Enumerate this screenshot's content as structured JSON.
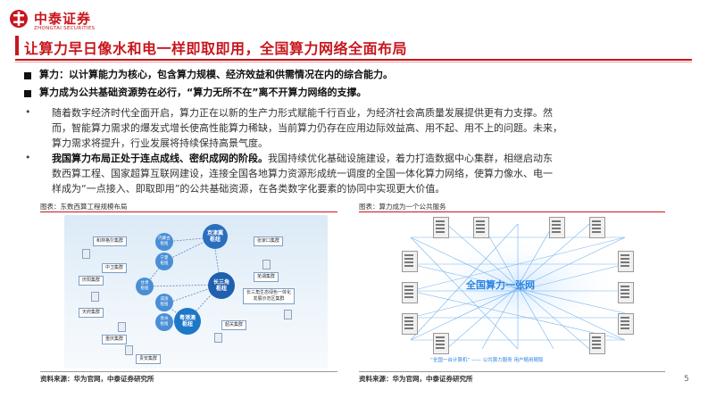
{
  "header": {
    "brand_cn": "中泰证券",
    "brand_en": "ZHONGTAI SECURITIES",
    "accent_color": "#c8161d"
  },
  "title": "让算力早日像水和电一样即取即用，全国算力网络全面布局",
  "points": [
    {
      "text": "算力：以计算能力为核心，包含算力规模、经济效益和供需情况在内的综合能力。"
    },
    {
      "text": "算力成为公共基础资源势在必行，“算力无所不在”离不开算力网络的支撑。"
    }
  ],
  "paragraphs": [
    {
      "lead": "",
      "lines": [
        "随着数字经济时代全面开启，算力正在以新的生产力形式赋能千行百业，为经济社会高质量发展提供更有力支撑。然",
        "而，智能算力需求的爆发式增长使高性能算力稀缺，当前算力仍存在应用边际效益高、用不起、用不上的问题。未来，",
        "算力需求将提升，行业发展将持续保持高景气度。"
      ]
    },
    {
      "lead": "我国算力布局正处于连点成线、密织成网的阶段。",
      "lines": [
        "我国持续优化基础设施建设，着力打造数据中心集群，相继启动东",
        "数西算工程、国家超算互联网建设，连接全国各地算力资源形成统一调度的全国一体化算力网络，使算力像水、电一",
        "样成为“一点接入、即取即用”的公共基础资源，在各类数字化要素的协同中实现更大价值。"
      ]
    }
  ],
  "figure_left": {
    "caption": "图表：东数西算工程规模布局",
    "source": "资料来源：华为官网，中泰证券研究所",
    "hubs": [
      "京津冀\n枢纽",
      "长三角\n枢纽",
      "粤港澳\n枢纽"
    ],
    "nodes": [
      "内蒙古\n枢纽",
      "宁夏\n枢纽",
      "甘肃\n枢纽",
      "成渝\n枢纽",
      "贵州\n枢纽"
    ],
    "clusters": [
      "和林格尔集群",
      "张家口集群",
      "中卫集群",
      "庆阳集群",
      "天府集群",
      "芜湖集群",
      "长三角生态绿色一体化\n发展示范区集群",
      "重庆集群",
      "韶关集群",
      "贵安集群"
    ]
  },
  "figure_right": {
    "caption": "图表：算力成为一个公共服务",
    "source": "资料来源：华为官网，中泰证券研究所",
    "center_label": "全国算力一张网",
    "bottom_label": "“全国一台计算机” —— 公共算力服务 用户随用随取"
  },
  "page_number": "5"
}
